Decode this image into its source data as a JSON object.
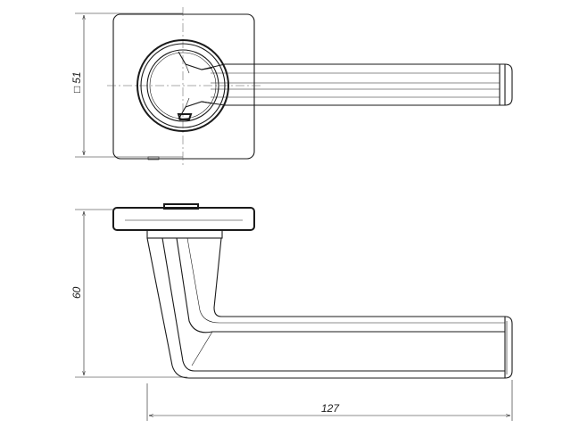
{
  "dimensions": {
    "rose_size_prefix": "□",
    "rose_size": "51",
    "height": "60",
    "length": "127"
  },
  "views": {
    "top_view": "handle-plan",
    "side_view": "handle-elevation"
  },
  "colors": {
    "line": "#1a1a1a",
    "background": "#ffffff"
  }
}
